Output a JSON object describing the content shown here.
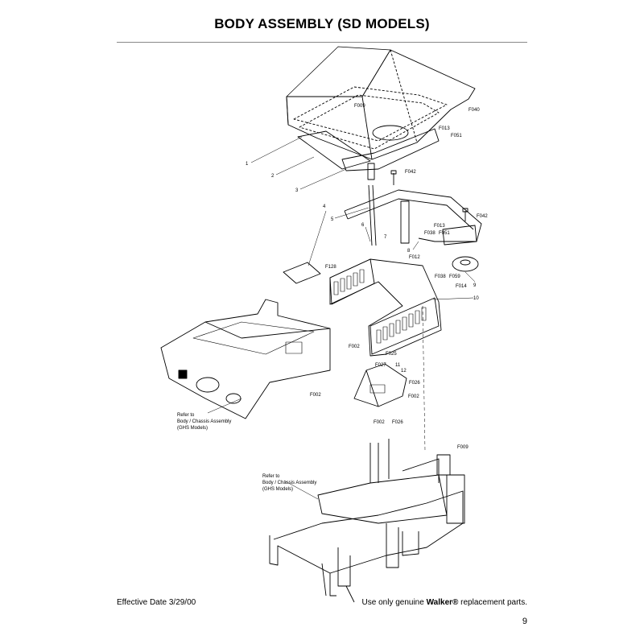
{
  "header": {
    "title": "BODY ASSEMBLY (SD MODELS)"
  },
  "diagram": {
    "callouts": [
      {
        "id": "c1",
        "text": "1"
      },
      {
        "id": "c2",
        "text": "2"
      },
      {
        "id": "c3",
        "text": "3"
      },
      {
        "id": "c4",
        "text": "4"
      },
      {
        "id": "c5",
        "text": "5"
      },
      {
        "id": "c6",
        "text": "6"
      },
      {
        "id": "c7",
        "text": "7"
      },
      {
        "id": "c8",
        "text": "8"
      },
      {
        "id": "c9",
        "text": "9"
      },
      {
        "id": "c10",
        "text": "10"
      },
      {
        "id": "c11",
        "text": "11"
      },
      {
        "id": "c12",
        "text": "12"
      },
      {
        "id": "f009a",
        "text": "F009"
      },
      {
        "id": "f040",
        "text": "F040"
      },
      {
        "id": "f013a",
        "text": "F013"
      },
      {
        "id": "f051a",
        "text": "F051"
      },
      {
        "id": "f042a",
        "text": "F042"
      },
      {
        "id": "f042b",
        "text": "F042"
      },
      {
        "id": "f013b",
        "text": "F013"
      },
      {
        "id": "f038a",
        "text": "F038"
      },
      {
        "id": "f051b",
        "text": "F051"
      },
      {
        "id": "f012",
        "text": "F012"
      },
      {
        "id": "f038b",
        "text": "F038"
      },
      {
        "id": "f059",
        "text": "F059"
      },
      {
        "id": "f014",
        "text": "F014"
      },
      {
        "id": "f128",
        "text": "F128"
      },
      {
        "id": "f002a",
        "text": "F002"
      },
      {
        "id": "f025",
        "text": "F025"
      },
      {
        "id": "f027",
        "text": "F027"
      },
      {
        "id": "f026a",
        "text": "F026"
      },
      {
        "id": "f002b",
        "text": "F002"
      },
      {
        "id": "f002c",
        "text": "F002"
      },
      {
        "id": "f026b",
        "text": "F026"
      },
      {
        "id": "f002d",
        "text": "F002"
      },
      {
        "id": "f009b",
        "text": "F009"
      }
    ],
    "refer_note_1": [
      "Refer to",
      "Body / Chassis Assembly",
      "(GHS Models)"
    ],
    "refer_note_2": [
      "Refer to",
      "Body / Chassis Assembly",
      "(GHS Models)"
    ]
  },
  "footer": {
    "effective_date": "Effective Date 3/29/00",
    "tagline_pre": "Use only genuine ",
    "tagline_brand": "Walker®",
    "tagline_post": " replacement parts.",
    "page_number": "9"
  }
}
